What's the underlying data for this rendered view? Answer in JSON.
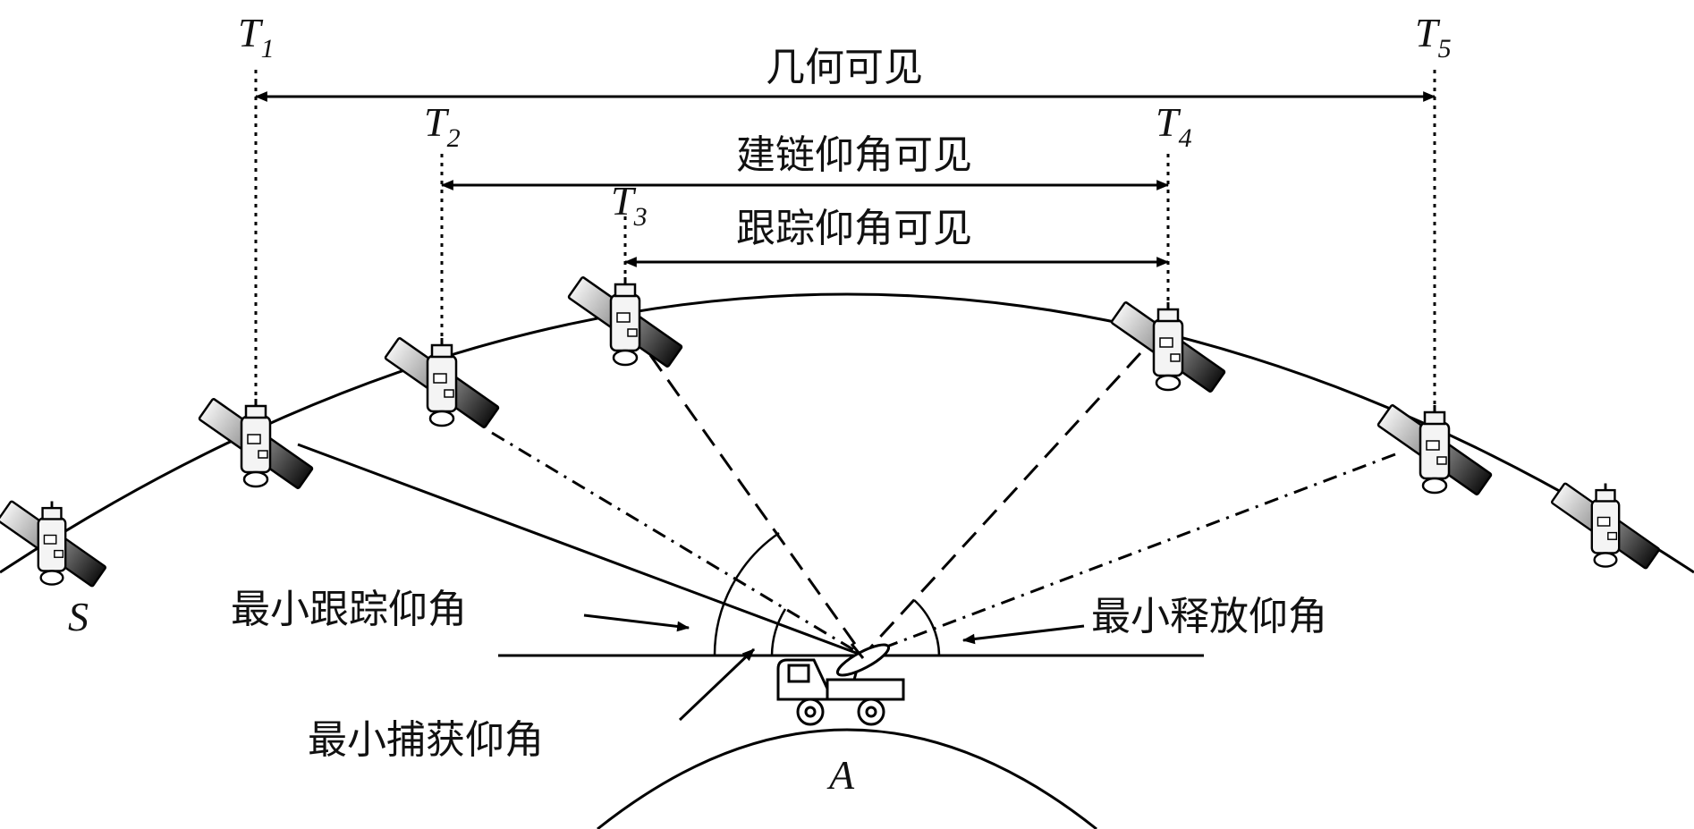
{
  "diagram": {
    "time_markers": [
      {
        "letter": "T",
        "sub": "1"
      },
      {
        "letter": "T",
        "sub": "2"
      },
      {
        "letter": "T",
        "sub": "3"
      },
      {
        "letter": "T",
        "sub": "4"
      },
      {
        "letter": "T",
        "sub": "5"
      }
    ],
    "spans": {
      "geometric": "几何可见",
      "link": "建链仰角可见",
      "tracking": "跟踪仰角可见"
    },
    "angle_labels": {
      "min_tracking": "最小跟踪仰角",
      "min_release": "最小释放仰角",
      "min_capture": "最小捕获仰角"
    },
    "points": {
      "satellite": "S",
      "ground_station": "A"
    }
  }
}
